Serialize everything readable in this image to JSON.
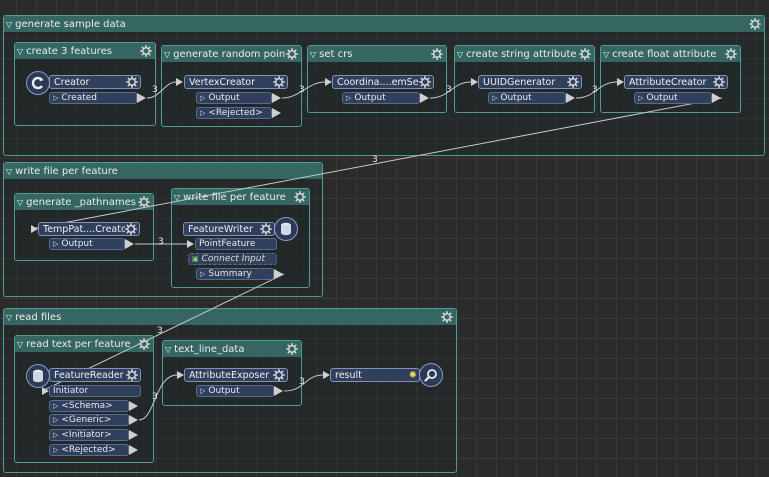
{
  "bookmarks": {
    "generate_sample_data": {
      "title": "generate sample data"
    },
    "create_3_features": {
      "title": "create 3 features"
    },
    "generate_random_points": {
      "title": "generate random points"
    },
    "set_crs": {
      "title": "set crs"
    },
    "create_string_attribute": {
      "title": "create string attribute"
    },
    "create_float_attribute": {
      "title": "create float attribute"
    },
    "write_file_per_feature_outer": {
      "title": "write file per feature"
    },
    "generate_pathnames": {
      "title": "generate _pathnames"
    },
    "write_file_per_feature_inner": {
      "title": "write file per feature"
    },
    "read_files": {
      "title": "read files"
    },
    "read_text_per_feature": {
      "title": "read text per feature"
    },
    "text_line_data": {
      "title": "text_line_data"
    }
  },
  "transformers": {
    "creator": {
      "name": "Creator",
      "ports": {
        "created": "Created"
      }
    },
    "vertex_creator": {
      "name": "VertexCreator",
      "ports": {
        "output": "Output",
        "rejected": "<Rejected>"
      }
    },
    "coordinate_setter": {
      "name": "Coordina....emSetter",
      "ports": {
        "output": "Output"
      }
    },
    "uuid_generator": {
      "name": "UUIDGenerator",
      "ports": {
        "output": "Output"
      }
    },
    "attribute_creator": {
      "name": "AttributeCreator",
      "ports": {
        "output": "Output"
      }
    },
    "temp_path_creator": {
      "name": "TempPat....Creator",
      "ports": {
        "output": "Output"
      }
    },
    "feature_writer": {
      "name": "FeatureWriter",
      "ports": {
        "point_feature": "PointFeature",
        "connect_input": "Connect Input",
        "summary": "Summary"
      }
    },
    "feature_reader": {
      "name": "FeatureReader",
      "ports": {
        "initiator_in": "Initiator",
        "schema": "<Schema>",
        "generic": "<Generic>",
        "initiator": "<Initiator>",
        "rejected": "<Rejected>"
      }
    },
    "attribute_exposer": {
      "name": "AttributeExposer",
      "ports": {
        "output": "Output"
      }
    },
    "result": {
      "name": "result"
    }
  },
  "connections": {
    "c1": "3",
    "c2": "3",
    "c3": "3",
    "c4": "3",
    "c5": "3",
    "c6": "3",
    "c7": "3",
    "c8": "3",
    "c9": "3"
  },
  "colors": {
    "bookmark_header": "#356661",
    "bookmark_border": "#4f9c95",
    "transformer_fill": "#2f3f5c",
    "transformer_border": "#7f93b8",
    "canvas_bg": "#2b2b2b"
  },
  "icons": {
    "bookmark_settings": "gear-icon",
    "transformer_settings": "gear-icon",
    "creator": "creator-icon",
    "feature_writer": "database-icon",
    "feature_reader": "database-icon",
    "result": "magnifier-icon"
  }
}
